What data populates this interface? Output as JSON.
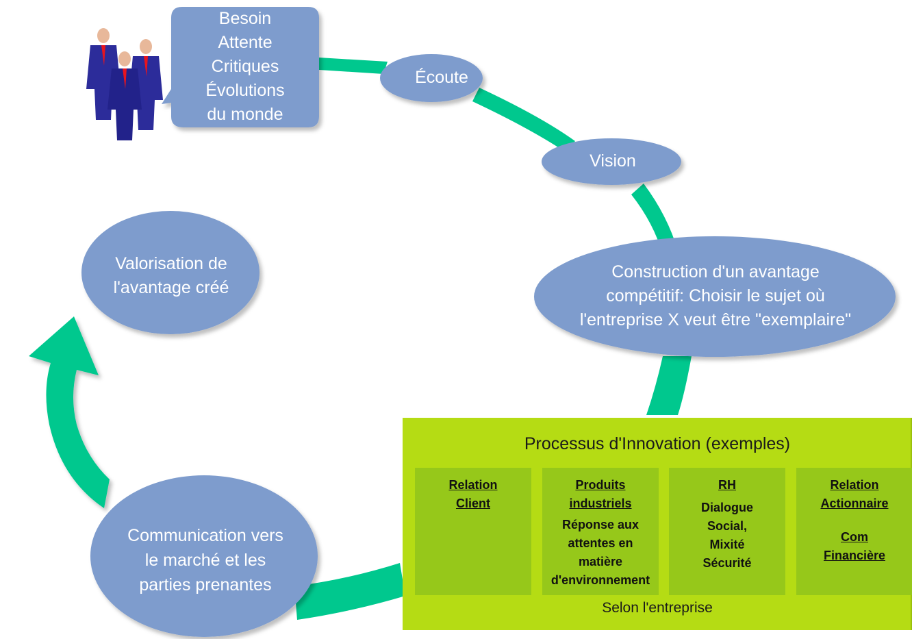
{
  "colors": {
    "node_fill": "#7e9ccd",
    "arrow_fill": "#00c88e",
    "panel_fill": "#b5dc14",
    "panel_column_fill": "#96c81a"
  },
  "speech_bubble": {
    "lines": [
      "Besoin",
      "Attente",
      "Critiques",
      "Évolutions",
      "du monde"
    ],
    "icon": "business-people-icon"
  },
  "nodes": {
    "ecoute": "Écoute",
    "vision": "Vision",
    "construction": [
      "Construction d'un avantage",
      "compétitif: Choisir le sujet où",
      "l'entreprise X veut être \"exemplaire\""
    ],
    "valorisation": [
      "Valorisation de",
      "l'avantage créé"
    ],
    "communication": [
      "Communication vers",
      "le marché et les",
      "parties prenantes"
    ]
  },
  "process": {
    "title": "Processus d'Innovation (exemples)",
    "footer": "Selon l'entreprise",
    "columns": [
      {
        "head": "Relation\nClient",
        "body": ""
      },
      {
        "head": "Produits\nindustriels",
        "body": "Réponse aux\nattentes en\nmatière\nd'environnement"
      },
      {
        "head": "RH",
        "body": "Dialogue\nSocial,\nMixité\nSécurité"
      },
      {
        "head": "Relation\nActionnaire",
        "link": "Com\nFinancière"
      }
    ]
  }
}
